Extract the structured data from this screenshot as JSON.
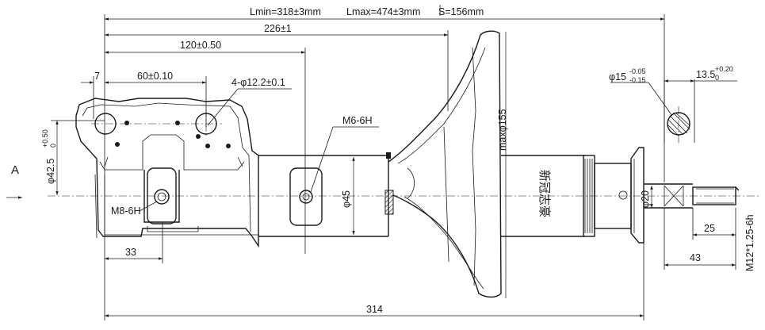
{
  "view": {
    "view_marker": "A"
  },
  "dimensions": {
    "lmin": "Lmin=318±3mm",
    "lmax": "Lmax=474±3mm",
    "stroke": "S=156mm",
    "d226": "226±1",
    "d120": "120±0.50",
    "d60": "60±0.10",
    "d7": "7",
    "holes": "4-φ12.2±0.1",
    "d33": "33",
    "d314": "314",
    "d45": "φ45",
    "d155": "maxφ155",
    "d20": "φ20",
    "d25": "25",
    "d43": "43",
    "d15_base": "φ15",
    "d15_upper": "-0.05",
    "d15_lower": "-0.15",
    "d13_base": "13.5",
    "d13_upper": "+0.20",
    "d13_lower": "0",
    "d42_base": "φ42.5",
    "d42_upper": "+0.50",
    "d42_lower": "0"
  },
  "threads": {
    "m6": "M6-6H",
    "m8": "M8-6H",
    "m12": "M12*1.25-6h"
  },
  "marking": {
    "brand": "新冠志豪"
  }
}
